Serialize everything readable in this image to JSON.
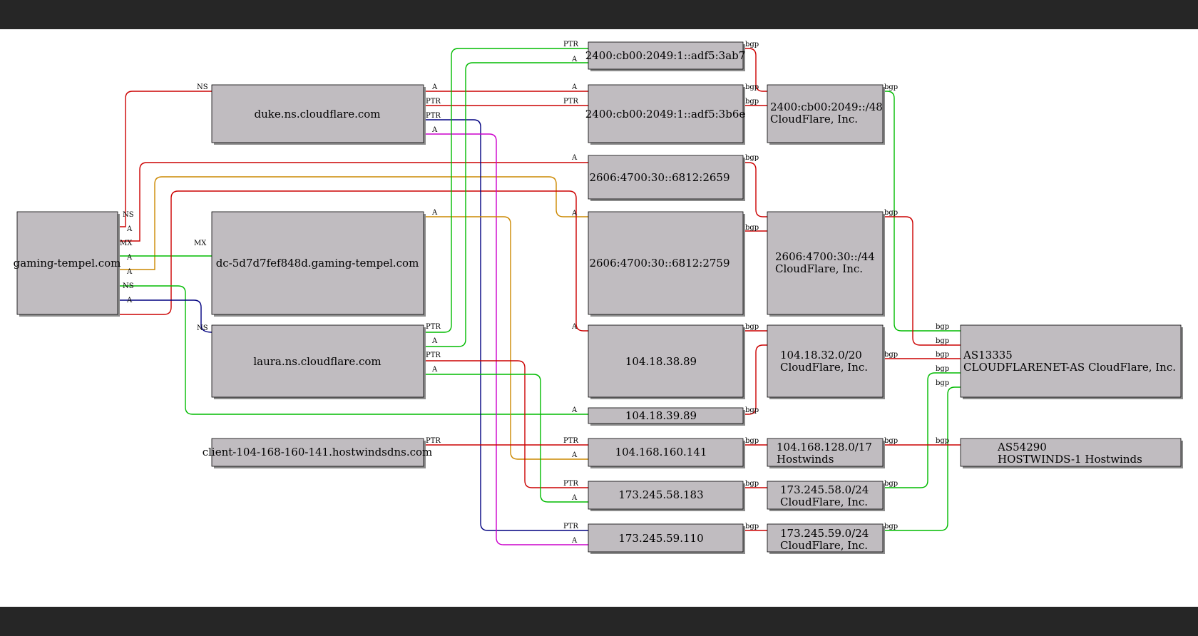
{
  "colors": {
    "background": "#262626",
    "canvas": "#ffffff",
    "node_fill": "#c0bcc0",
    "red": "#cc0000",
    "green": "#00bb00",
    "orange": "#cc8800",
    "navy": "#000080",
    "magenta": "#cc00cc"
  },
  "nodes": {
    "domain": "gaming-tempel.com",
    "duke": "duke.ns.cloudflare.com",
    "dc": "dc-5d7d7fef848d.gaming-tempel.com",
    "laura": "laura.ns.cloudflare.com",
    "client": "client-104-168-160-141.hostwindsdns.com",
    "ip6_ab7": "2400:cb00:2049:1::adf5:3ab7",
    "ip6_b6e": "2400:cb00:2049:1::adf5:3b6e",
    "ip6_2659": "2606:4700:30::6812:2659",
    "ip6_2759": "2606:4700:30::6812:2759",
    "ip_38_89": "104.18.38.89",
    "ip_39_89": "104.18.39.89",
    "ip_160_141": "104.168.160.141",
    "ip_58_183": "173.245.58.183",
    "ip_59_110": "173.245.59.110",
    "net_2400": [
      "2400:cb00:2049::/48",
      "CloudFlare, Inc."
    ],
    "net_2606": [
      "2606:4700:30::/44",
      "CloudFlare, Inc."
    ],
    "net_104_18": [
      "104.18.32.0/20",
      "CloudFlare, Inc."
    ],
    "net_104_168": [
      "104.168.128.0/17",
      "Hostwinds"
    ],
    "net_173_58": [
      "173.245.58.0/24",
      "CloudFlare, Inc."
    ],
    "net_173_59": [
      "173.245.59.0/24",
      "CloudFlare, Inc."
    ],
    "as13335": [
      "AS13335",
      "CLOUDFLARENET-AS CloudFlare, Inc."
    ],
    "as54290": [
      "AS54290",
      "HOSTWINDS-1 Hostwinds"
    ]
  },
  "edge_labels": {
    "ns": "NS",
    "a": "A",
    "mx": "MX",
    "ptr": "PTR",
    "bgp": "bgp"
  }
}
